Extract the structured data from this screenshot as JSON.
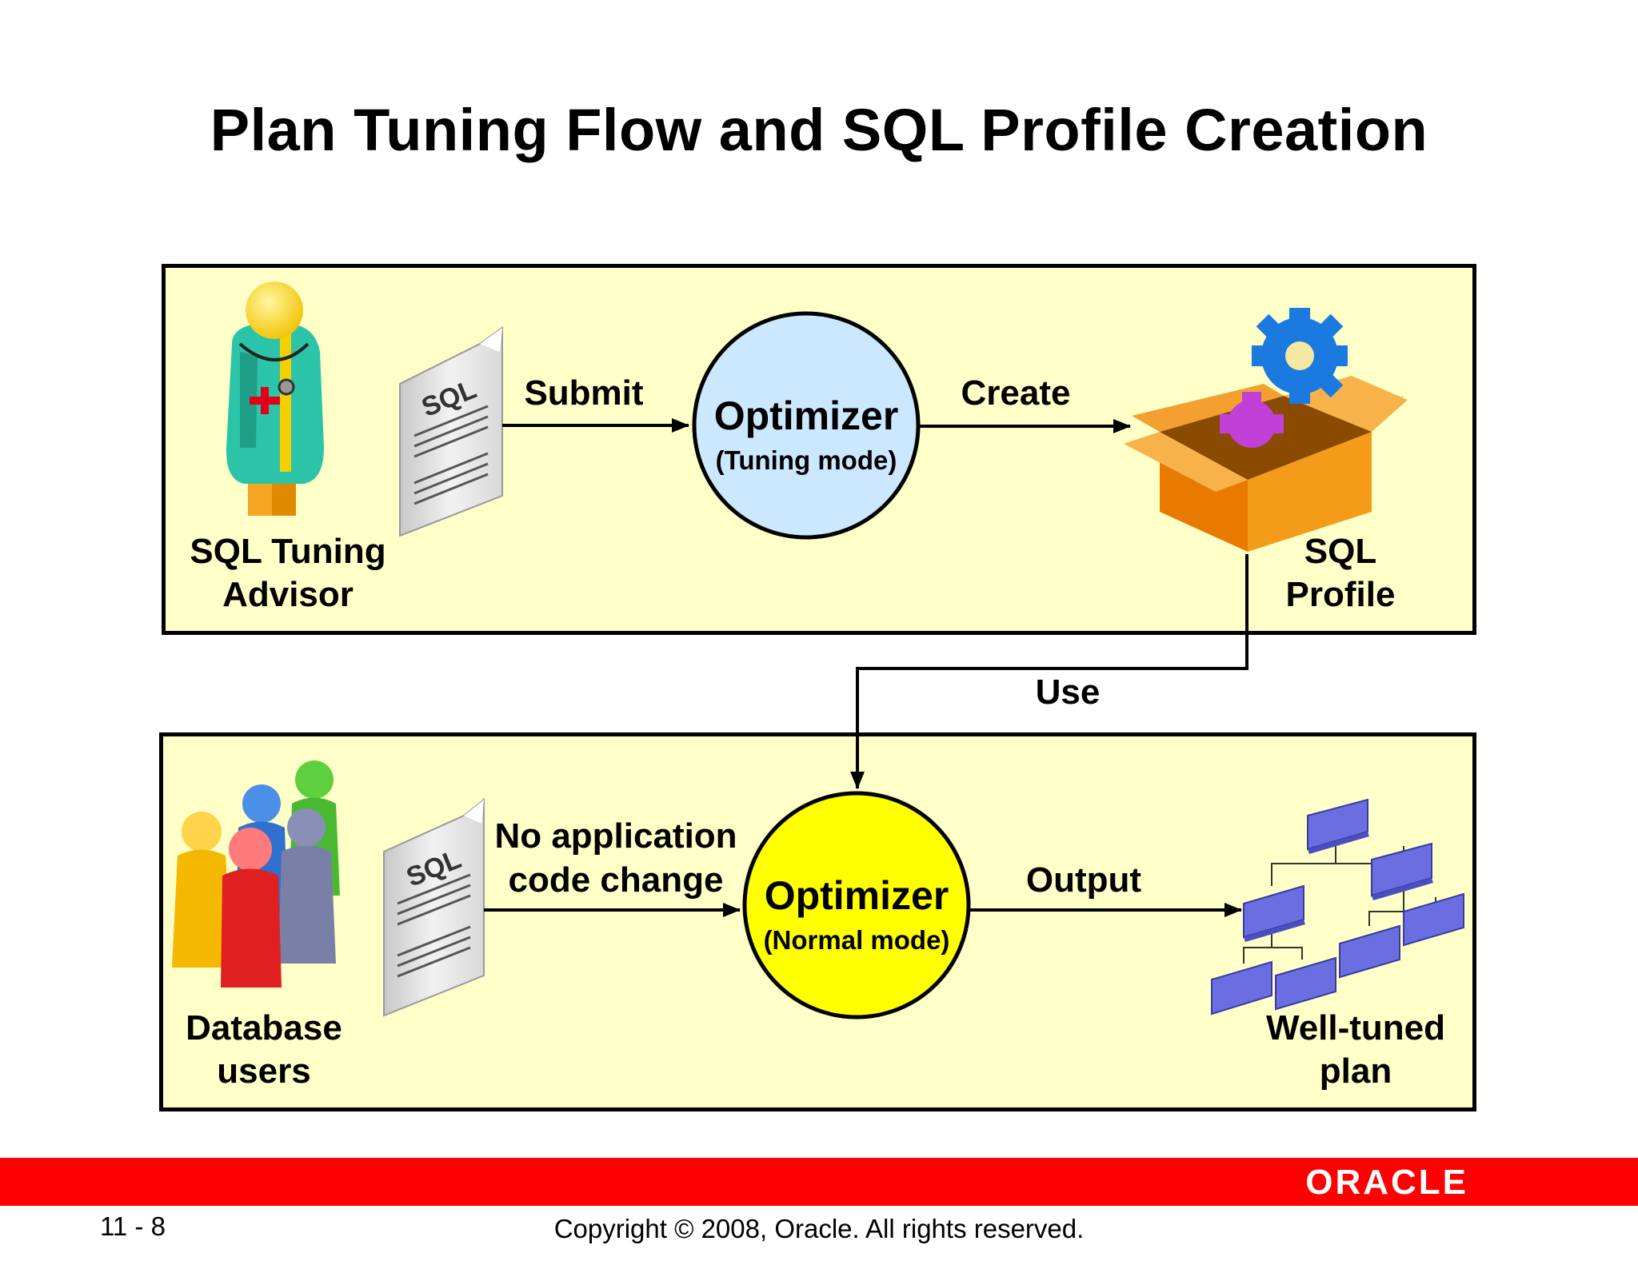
{
  "title": "Plan Tuning Flow and SQL Profile Creation",
  "top": {
    "actor_label_1": "SQL Tuning",
    "actor_label_2": "Advisor",
    "document_label": "SQL",
    "submit_label": "Submit",
    "optimizer_title": "Optimizer",
    "optimizer_mode": "(Tuning mode)",
    "create_label": "Create",
    "profile_label_1": "SQL",
    "profile_label_2": "Profile"
  },
  "use_label": "Use",
  "bottom": {
    "actor_label_1": "Database",
    "actor_label_2": "users",
    "document_label": "SQL",
    "note_line_1": "No application",
    "note_line_2": "code change",
    "optimizer_title": "Optimizer",
    "optimizer_mode": "(Normal mode)",
    "output_label": "Output",
    "plan_label_1": "Well-tuned",
    "plan_label_2": "plan"
  },
  "footer": {
    "page_number": "11 - 8",
    "copyright": "Copyright © 2008, Oracle. All rights reserved.",
    "logo_text": "ORACLE"
  },
  "colors": {
    "panel_background": "#ffffc8",
    "tuning_optimizer_fill": "#cce8ff",
    "normal_optimizer_fill": "#ffff00",
    "brand_bar": "#ff0000"
  }
}
